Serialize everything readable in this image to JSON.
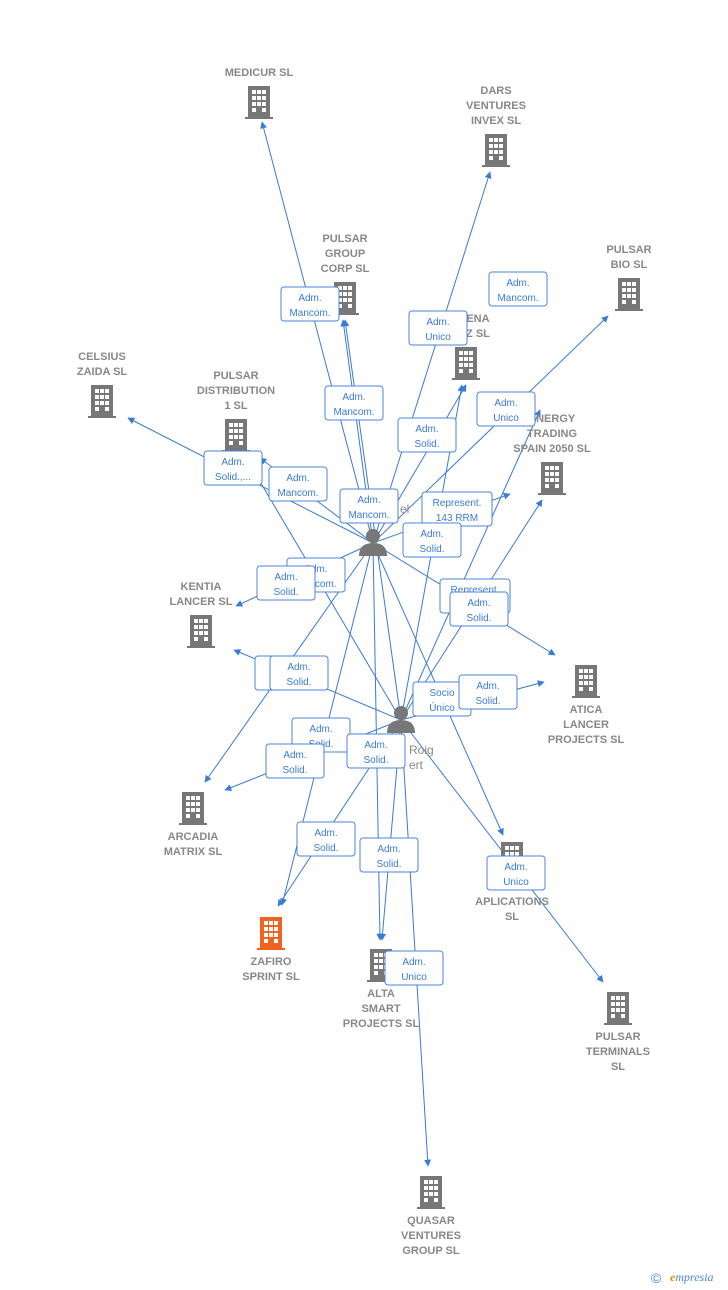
{
  "colors": {
    "edge": "#3a7bd5",
    "building": "#777777",
    "focus_building": "#f26322",
    "label": "#888888"
  },
  "companies": [
    {
      "id": "medicur",
      "lines": [
        "MEDICUR SL"
      ]
    },
    {
      "id": "dars",
      "lines": [
        "DARS",
        "VENTURES",
        "INVEX  SL"
      ]
    },
    {
      "id": "pulsar_group",
      "lines": [
        "PULSAR",
        "GROUP",
        "CORP  SL"
      ]
    },
    {
      "id": "pulsar_bio",
      "lines": [
        "PULSAR",
        "BIO  SL"
      ]
    },
    {
      "id": "arena",
      "lines": [
        "RENA",
        "AZ  SL"
      ]
    },
    {
      "id": "celsius",
      "lines": [
        "CELSIUS",
        "ZAIDA  SL"
      ]
    },
    {
      "id": "pulsar_distribution",
      "lines": [
        "PULSAR",
        "DISTRIBUTION",
        "1  SL"
      ]
    },
    {
      "id": "energy",
      "lines": [
        "ENERGY",
        "TRADING",
        "SPAIN 2050  SL"
      ]
    },
    {
      "id": "kentia",
      "lines": [
        "KENTIA",
        "LANCER  SL"
      ]
    },
    {
      "id": "atica",
      "lines": [
        "ATICA",
        "LANCER",
        "PROJECTS  SL"
      ]
    },
    {
      "id": "arcadia",
      "lines": [
        "ARCADIA",
        "MATRIX  SL"
      ]
    },
    {
      "id": "direct",
      "lines": [
        "DIRECT",
        "APLICATIONS",
        "SL"
      ]
    },
    {
      "id": "zafiro",
      "lines": [
        "ZAFIRO",
        "SPRINT  SL"
      ],
      "focus": true
    },
    {
      "id": "alta",
      "lines": [
        "ALTA",
        "SMART",
        "PROJECTS  SL"
      ]
    },
    {
      "id": "pulsar_terminals",
      "lines": [
        "PULSAR",
        "TERMINALS",
        "SL"
      ]
    },
    {
      "id": "quasar",
      "lines": [
        "QUASAR",
        "VENTURES",
        "GROUP  SL"
      ]
    }
  ],
  "persons": [
    {
      "id": "p1",
      "lines": [
        "el"
      ]
    },
    {
      "id": "p2",
      "lines": [
        "Roig",
        "ert"
      ]
    }
  ],
  "edge_labels": [
    [
      "Adm.",
      "Mancom."
    ],
    [
      "Adm.",
      "Mancom."
    ],
    [
      "Adm.",
      "Unico"
    ],
    [
      "Adm.",
      "Mancom."
    ],
    [
      "Adm.",
      "Unico"
    ],
    [
      "Adm.",
      "Solid."
    ],
    [
      "Adm.",
      "Solid.,..."
    ],
    [
      "Adm.",
      "Mancom."
    ],
    [
      "Adm.",
      "Mancom."
    ],
    [
      "Represent.",
      "143 RRM"
    ],
    [
      "Adm.",
      "Solid."
    ],
    [
      "Adm.",
      "Mancom."
    ],
    [
      "Adm.",
      "Solid."
    ],
    [
      "Represent.",
      "143 RRM"
    ],
    [
      "Adm.",
      "Solid."
    ],
    [
      "Adm.",
      "Solid."
    ],
    [
      "Adm.",
      "Solid."
    ],
    [
      "Socio",
      "Único"
    ],
    [
      "Adm.",
      "Solid."
    ],
    [
      "Adm.",
      "Solid."
    ],
    [
      "Adm.",
      "Solid."
    ],
    [
      "Adm.",
      "Solid."
    ],
    [
      "Adm.",
      "Solid."
    ],
    [
      "Adm.",
      "Solid."
    ],
    [
      "Adm.",
      "Unico"
    ],
    [
      "Adm.",
      "Unico"
    ]
  ],
  "footer": {
    "copyright": "©",
    "brand_initial": "e",
    "brand_rest": "mpresia"
  }
}
